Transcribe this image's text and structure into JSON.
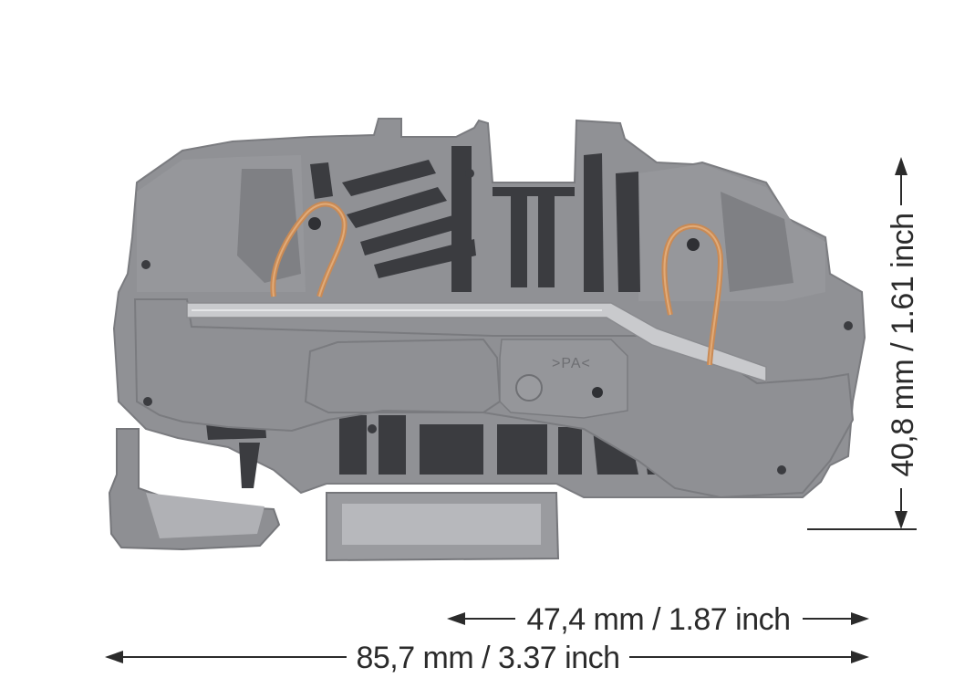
{
  "diagram": {
    "dimensions": {
      "height": {
        "text": "40,8 mm / 1.61 inch"
      },
      "terminal_pitch": {
        "text": "47,4 mm / 1.87 inch"
      },
      "overall_length": {
        "text": "85,7 mm / 3.37 inch"
      }
    },
    "marking": {
      "text": ">PA<"
    },
    "colors": {
      "housing": "#909195",
      "housing_dark": "#6f7074",
      "cavity": "#3b3c40",
      "spring": "#c98a55",
      "busbar": "#c9cacd",
      "dimension_line": "#2b2b2b"
    }
  }
}
